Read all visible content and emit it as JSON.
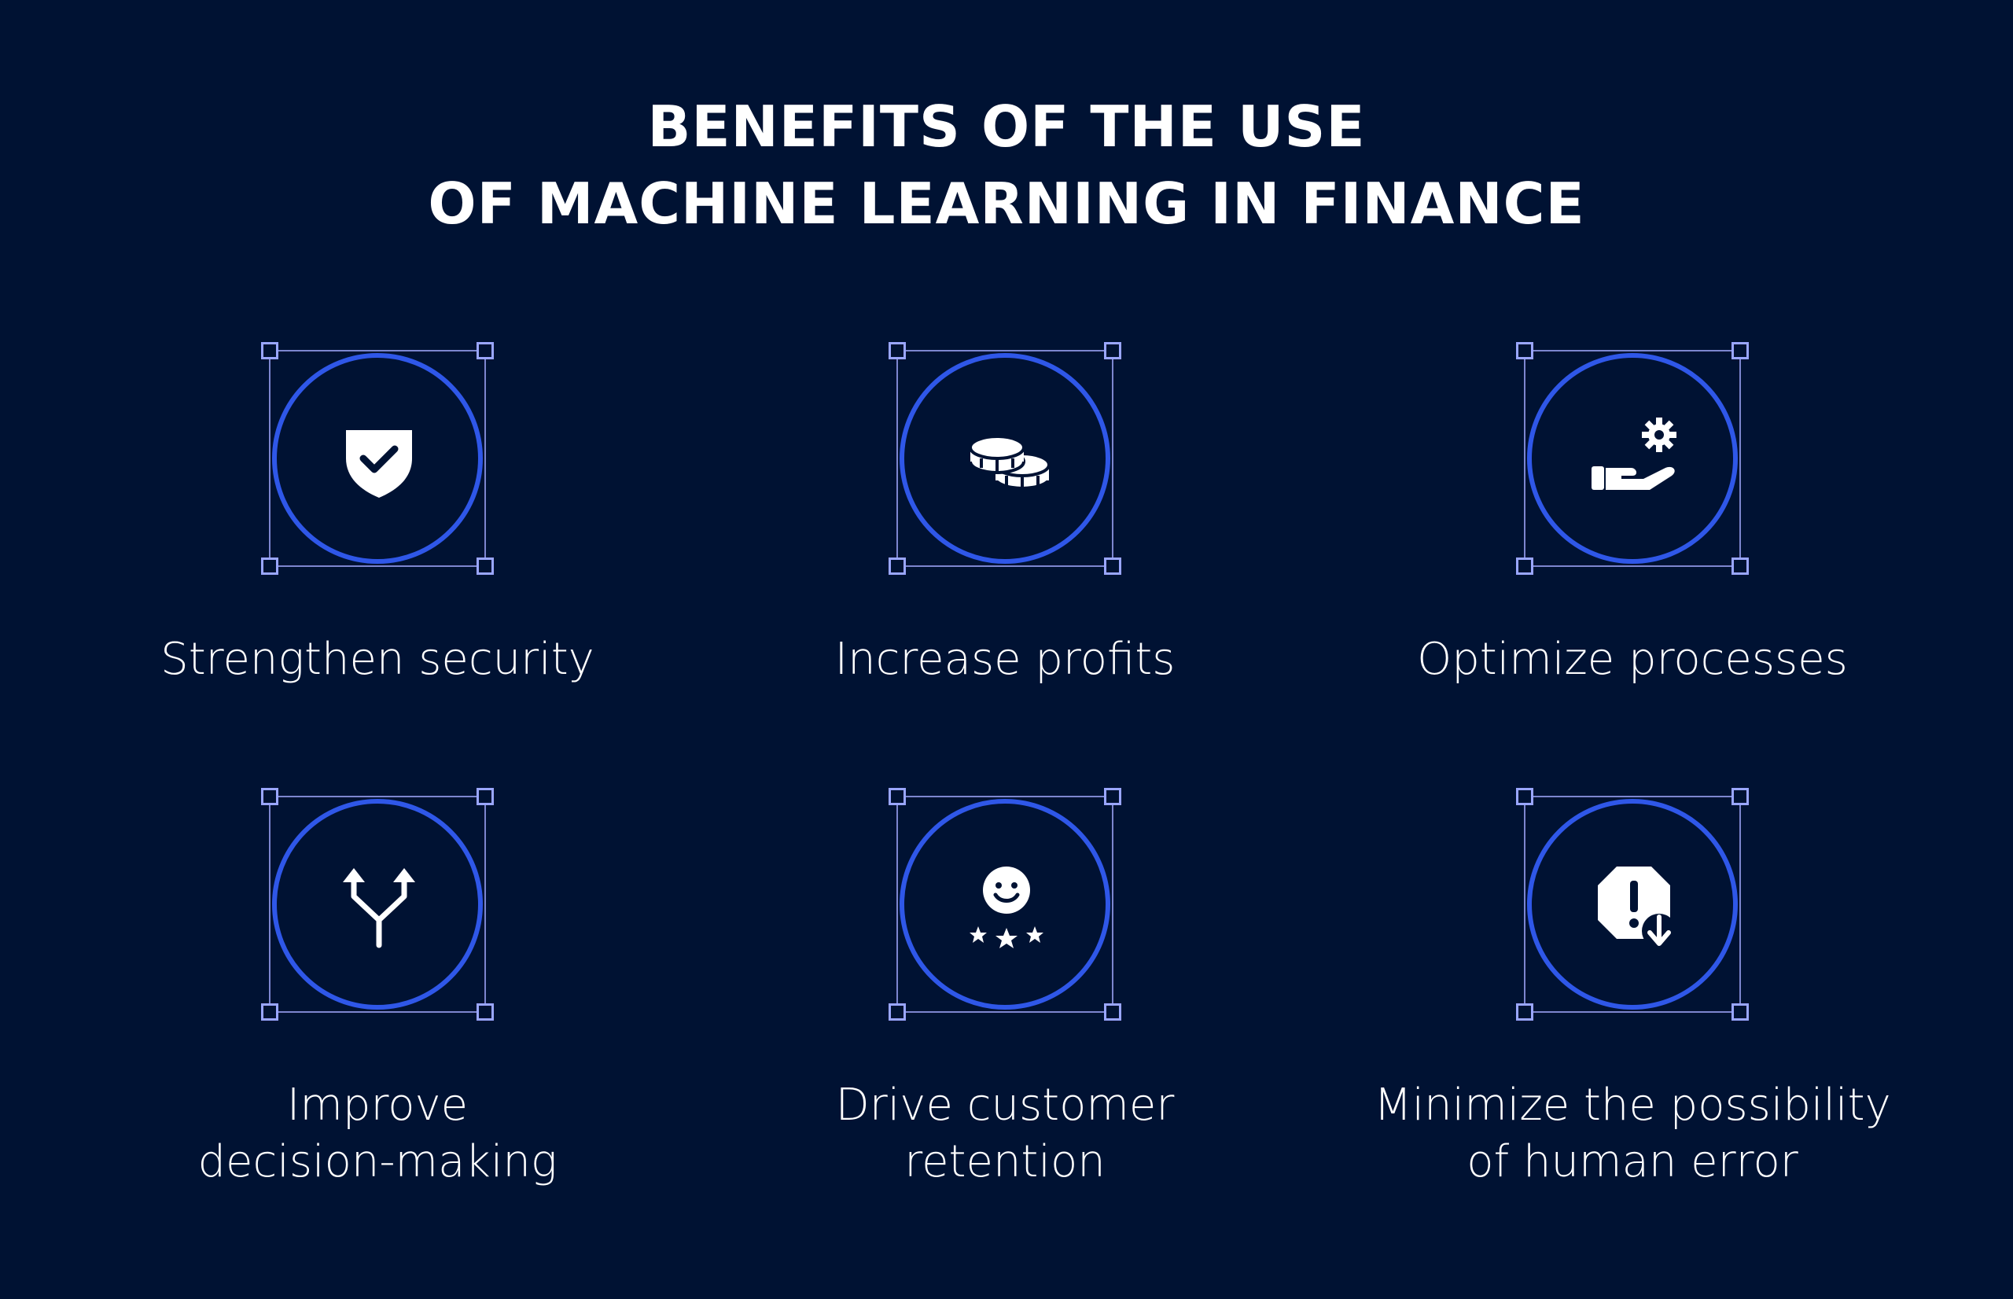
{
  "title": {
    "line1": "BENEFITS OF THE USE",
    "line2": "OF MACHINE LEARNING IN FINANCE"
  },
  "colors": {
    "background": "#001233",
    "ring": "#2f57e8",
    "frame": "#7d86cf",
    "text": "#ffffff"
  },
  "benefits": [
    {
      "icon": "shield-check-icon",
      "lines": [
        "Strengthen security"
      ]
    },
    {
      "icon": "coins-icon",
      "lines": [
        "Increase profits"
      ]
    },
    {
      "icon": "hand-gear-icon",
      "lines": [
        "Optimize processes"
      ]
    },
    {
      "icon": "split-arrows-icon",
      "lines": [
        "Improve",
        "decision-making"
      ]
    },
    {
      "icon": "smiley-stars-icon",
      "lines": [
        "Drive customer",
        "retention"
      ]
    },
    {
      "icon": "warning-octagon-down-icon",
      "lines": [
        "Minimize the possibility",
        "of human error"
      ]
    }
  ]
}
